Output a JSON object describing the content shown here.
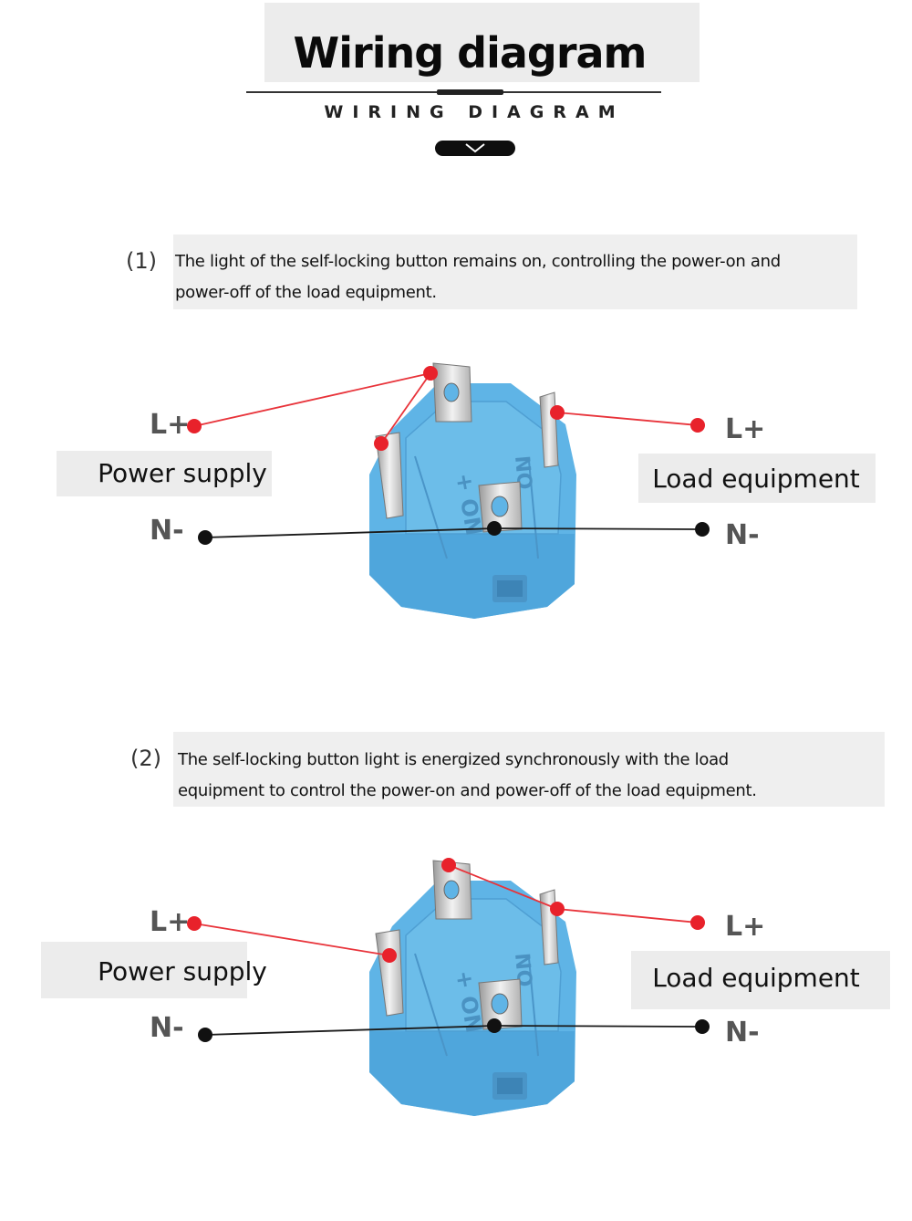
{
  "header": {
    "title": "Wiring diagram",
    "subtitle": "WIRING DIAGRAM",
    "chevron_icon": "chevron-down-icon"
  },
  "diagrams": [
    {
      "number": "(1)",
      "description_line1": "The light of the self-locking button remains on, controlling the power-on and",
      "description_line2": "power-off of the load equipment.",
      "left_label": "Power supply",
      "right_label": "Load equipment",
      "left_pos": "L+",
      "left_neg": "N-",
      "right_pos": "L+",
      "right_neg": "N-"
    },
    {
      "number": "(2)",
      "description_line1": "The self-locking button light is energized synchronously with the load",
      "description_line2": "equipment to control the power-on and power-off of the load equipment.",
      "left_label": "Power supply",
      "right_label": "Load equipment",
      "left_pos": "L+",
      "left_neg": "N-",
      "right_pos": "L+",
      "right_neg": "N-"
    }
  ],
  "colors": {
    "switch_body": "#5fb4e6",
    "switch_shade": "#4a9fd6",
    "live_wire": "#e8333a",
    "neutral_wire": "#1a1a1a",
    "label_box": "#ececec"
  }
}
